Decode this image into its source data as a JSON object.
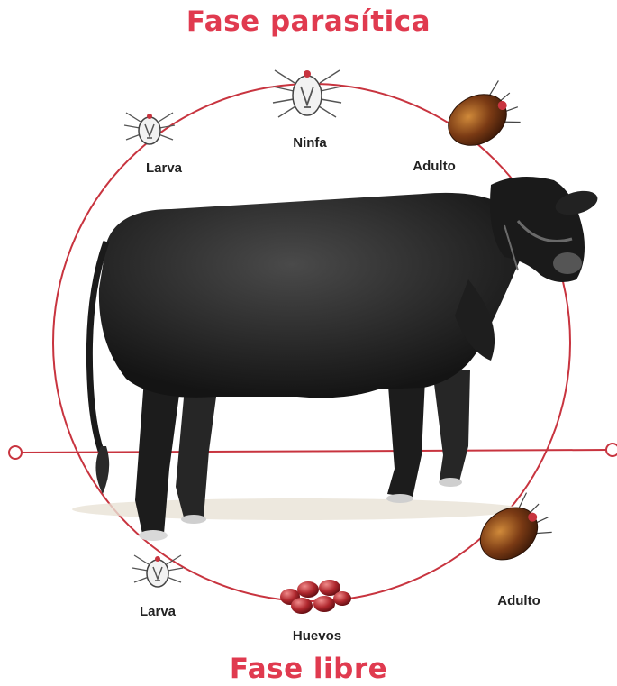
{
  "titles": {
    "parasitic": "Fase parasítica",
    "free": "Fase libre"
  },
  "stages": {
    "larva_parasitic": "Larva",
    "nymph": "Ninfa",
    "adult_parasitic": "Adulto",
    "adult_free": "Adulto",
    "eggs": "Huevos",
    "larva_free": "Larva"
  },
  "colors": {
    "title": "#e03a4f",
    "cycle_line": "#c8343f",
    "labels": "#222222"
  },
  "icons": {
    "host": "bull-icon",
    "larva": "tick-larva-icon",
    "nymph": "tick-nymph-icon",
    "adult": "engorged-adult-tick-icon",
    "eggs": "tick-eggs-icon"
  }
}
